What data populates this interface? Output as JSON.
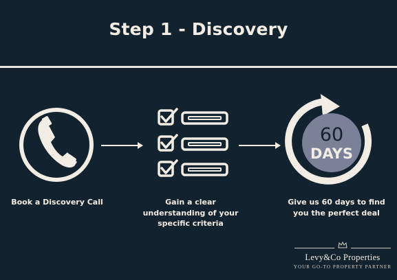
{
  "title": "Step 1 - Discovery",
  "steps": [
    {
      "icon": "phone-icon",
      "caption": "Book a Discovery Call"
    },
    {
      "icon": "checklist-icon",
      "caption": "Gain a clear understanding of your specific criteria"
    },
    {
      "icon": "60-days-icon",
      "caption": "Give us 60 days to find you the perfect deal"
    }
  ],
  "days_badge": {
    "number": "60",
    "label": "DAYS"
  },
  "brand": {
    "name": "Levy&Co Properties",
    "tagline": "YOUR GO-TO PROPERTY PARTNER"
  },
  "colors": {
    "background": "#13222f",
    "foreground": "#f1ece4",
    "badge": "#7a8199"
  }
}
